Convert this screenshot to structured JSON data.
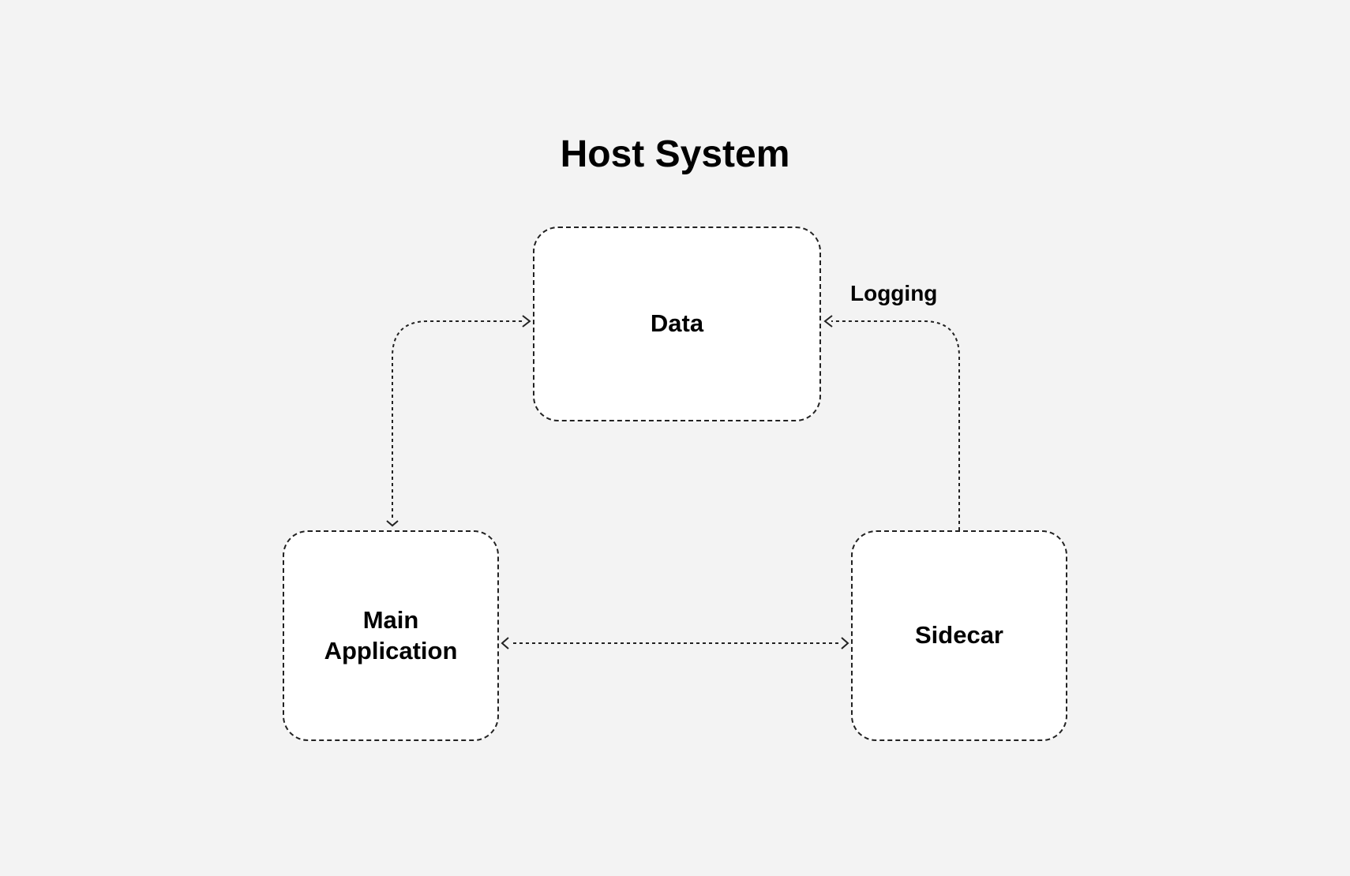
{
  "title": "Host System",
  "nodes": {
    "data": "Data",
    "main_application": "Main\nApplication",
    "sidecar": "Sidecar"
  },
  "edges": {
    "sidecar_to_data_label": "Logging"
  }
}
